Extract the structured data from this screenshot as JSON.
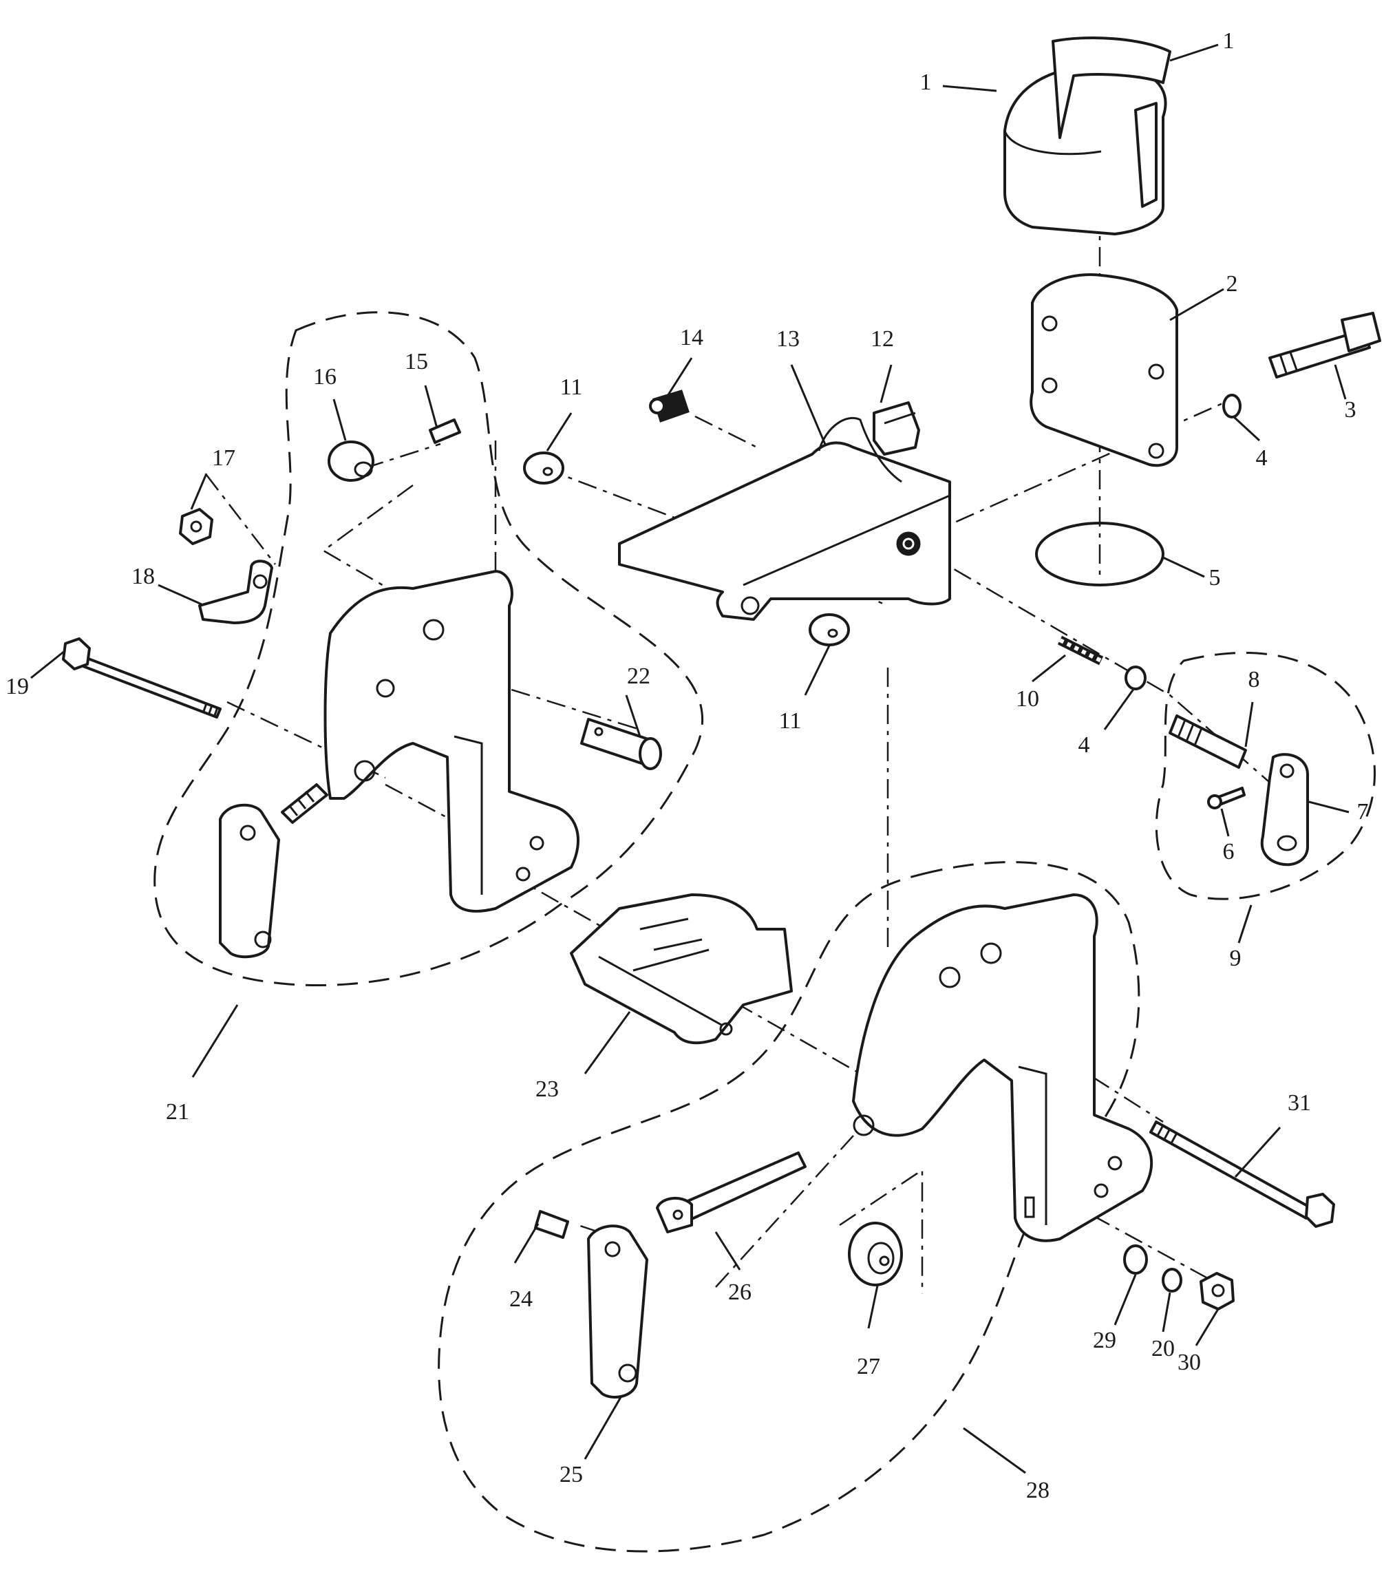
{
  "callouts": {
    "c1a": "1",
    "c1b": "1",
    "c2": "2",
    "c3": "3",
    "c4a": "4",
    "c4b": "4",
    "c5": "5",
    "c6": "6",
    "c7": "7",
    "c8": "8",
    "c9": "9",
    "c10": "10",
    "c11a": "11",
    "c11b": "11",
    "c12": "12",
    "c13": "13",
    "c14": "14",
    "c15": "15",
    "c16": "16",
    "c17": "17",
    "c18": "18",
    "c19": "19",
    "c20": "20",
    "c21": "21",
    "c22": "22",
    "c23": "23",
    "c24": "24",
    "c25": "25",
    "c26": "26",
    "c27": "27",
    "c28": "28",
    "c29": "29",
    "c30": "30",
    "c31": "31"
  }
}
